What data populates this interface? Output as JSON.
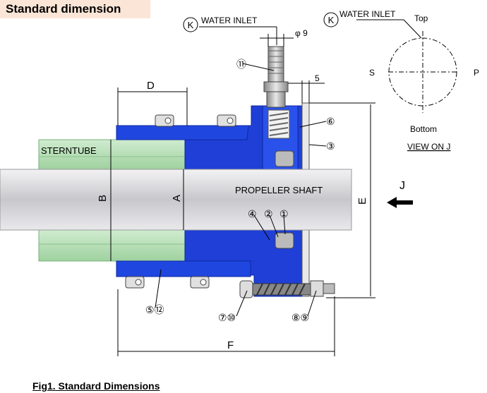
{
  "header": {
    "title": "Standard dimension"
  },
  "caption": "Fig1. Standard Dimensions",
  "labels": {
    "water_inlet_main": "WATER INLET",
    "water_inlet_view": "WATER INLET",
    "k_symbol_main": "K",
    "k_symbol_view": "K",
    "phi9": "φ 9",
    "five": "5",
    "sterntube": "STERNTUBE",
    "propeller_shaft": "PROPELLER SHAFT",
    "j": "J",
    "top": "Top",
    "bottom": "Bottom",
    "s": "S",
    "p": "P",
    "view_on_j": "VIEW ON J"
  },
  "dimensions": {
    "a": "A",
    "b": "B",
    "d": "D",
    "e": "E",
    "f": "F"
  },
  "parts": {
    "p11": "⑪",
    "p6": "⑥",
    "p3": "③",
    "p4": "④",
    "p2": "②",
    "p1": "①",
    "p5_12": "⑤⑫",
    "p7_10": "⑦⑩",
    "p8_9": "⑧⑨"
  },
  "colors": {
    "seal_blue": "#1f3fd6",
    "seal_blue_light": "#2f5cf0",
    "sterntube_green": "#b8e0b8",
    "shaft_gray": "#d4d4d8",
    "title_bg": "#fbe5d6"
  }
}
